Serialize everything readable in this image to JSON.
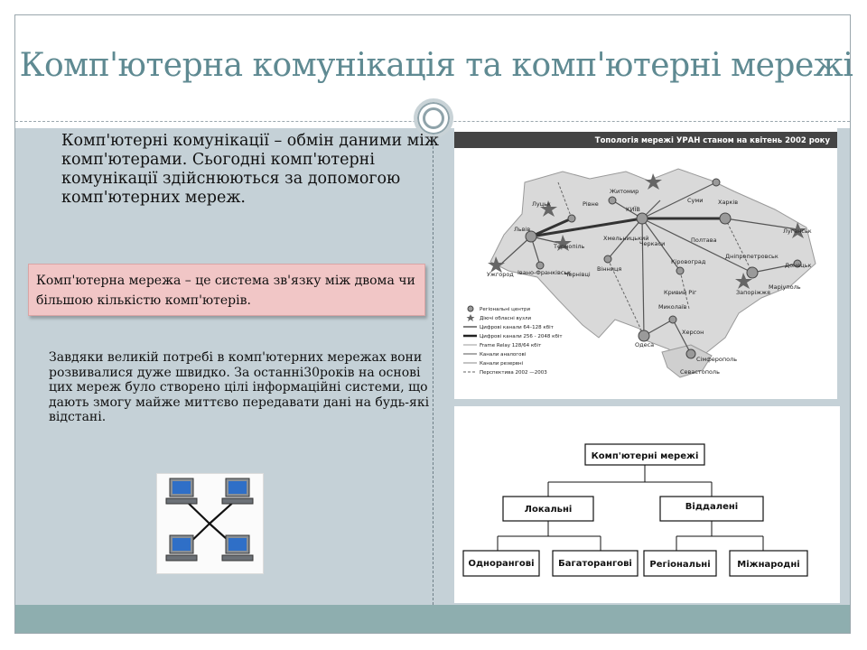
{
  "title": "Комп'ютерна комунікація та комп'ютерні мережі",
  "intro": "Комп'ютерні комунікації – обмін даними між комп'ютерами. Сьогодні комп'ютерні комунікації здійснюються за допомогою комп'ютерних мереж.",
  "definition": "Комп'ютерна мережа – це система зв'язку між двома чи більшою кількістю комп'ютерів.",
  "body": "Завдяки великій потребі в комп'ютерних мережах вони розвивалися дуже швидко. За останні30років на основі цих мереж було створено цілі інформаційні системи, що дають змогу майже миттєво передавати дані на будь-які відстані.",
  "map": {
    "header": "Топологія мережі УРАН станом на квітень 2002 року",
    "cities": {
      "lutsk": "Луцьк",
      "rivne": "Рівне",
      "zhytomyr": "Житомир",
      "kyiv": "КИЇВ",
      "sumy": "Суми",
      "kharkiv": "Харків",
      "luhansk": "Луганськ",
      "lviv": "Львів",
      "ternopil": "Тернопіль",
      "khmelnytskyi": "Хмельницький",
      "cherkasy": "Черкаси",
      "poltava": "Полтава",
      "ivano_frankivsk": "Івано-Франківськ",
      "chernivtsi": "Чернівці",
      "vinnytsia": "Вінниця",
      "kirovohrad": "Кіровоград",
      "dnipro": "Дніпропетровськ",
      "donetsk": "Донецьк",
      "uzhhorod": "Ужгород",
      "kryvyi_rih": "Кривий Ріг",
      "zaporizhzhia": "Запоріжжя",
      "mariupol": "Маріуполь",
      "mykolaiv": "Миколаїв",
      "odesa": "Одеса",
      "kherson": "Херсон",
      "simferopol": "Сімферополь",
      "sevastopol": "Севастополь"
    },
    "legend": [
      "Регіональні центри",
      "Діючі обласні вузли",
      "Цифрові канали 64–128 кбіт",
      "Цифрові канали 256 - 2048 кбіт",
      "Frame Relay 128/64 кбіт",
      "Канали аналогові",
      "Канали резервні",
      "Перспектива 2002 —2003"
    ]
  },
  "tree": {
    "root": "Комп'ютерні мережі",
    "local": "Локальні",
    "remote": "Віддалені",
    "peer": "Однорангові",
    "multi": "Багаторангові",
    "regional": "Регіональні",
    "international": "Міжнародні"
  },
  "colors": {
    "title": "#5f8a92",
    "panel": "#c5d1d7",
    "bar": "#8eaeaf",
    "definition_bg": "#f1c6c6"
  }
}
